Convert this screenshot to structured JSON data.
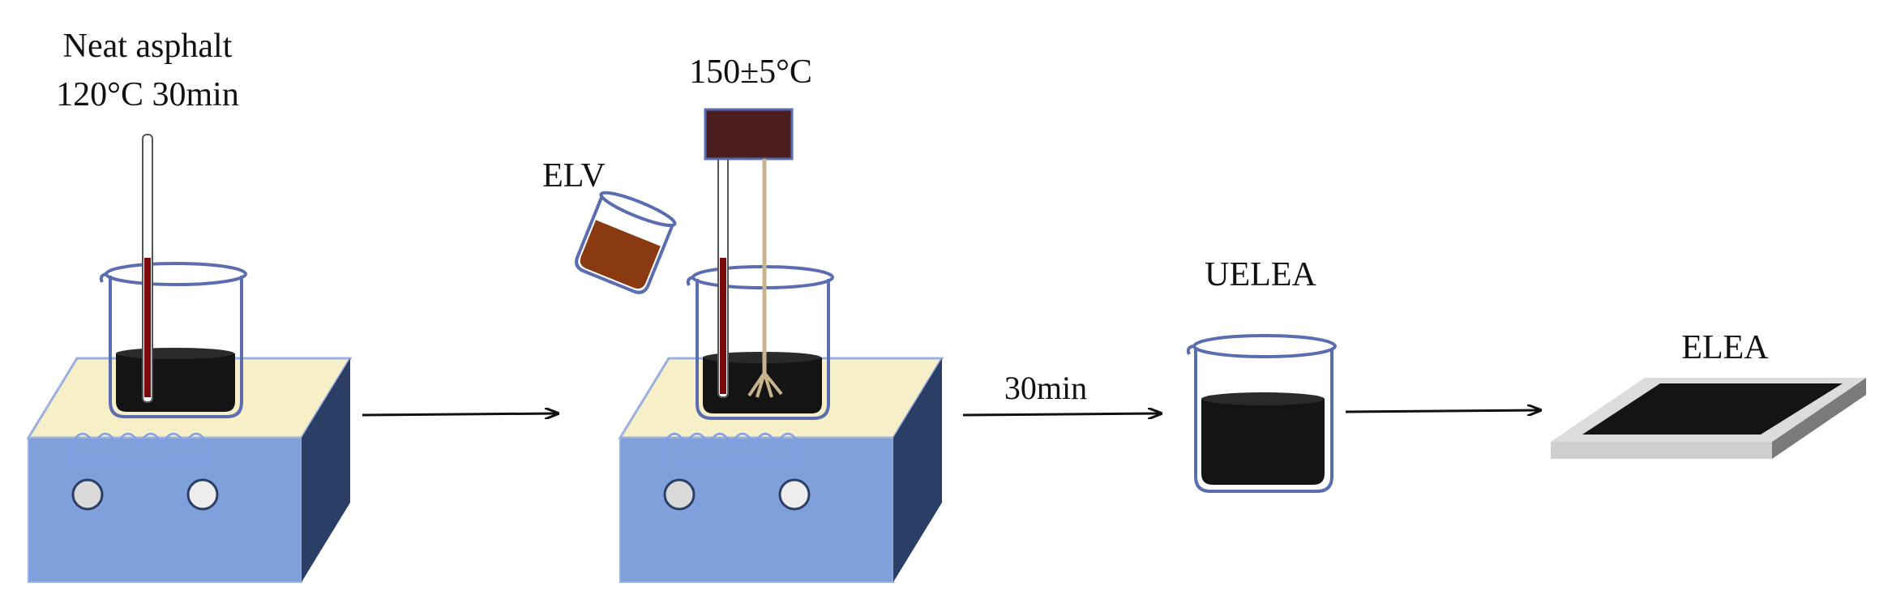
{
  "labels": {
    "step1_line1": "Neat asphalt",
    "step1_line2": "120°C 30min",
    "step2_temp": "150±5°C",
    "step2_additive": "ELV",
    "arrow3_label": "30min",
    "product_uelea": "UELEA",
    "product_elea": "ELEA"
  },
  "colors": {
    "asphalt": "#141414",
    "heater_top": "#f6efc8",
    "heater_front": "#7fa0da",
    "heater_side": "#2b3f66",
    "heater_edge": "#9ab0de",
    "beaker_outline": "#5a6db0",
    "thermometer_bulb": "#7a0a0a",
    "thermometer_tube": "#ffffff",
    "stirrer_motor": "#4a1e1e",
    "stirrer_rod": "#c8b48c",
    "elv_liquid": "#8a3a10",
    "plate_base": "#cfcfcf",
    "plate_edge": "#7a7a7a",
    "arrow": "#111111"
  }
}
